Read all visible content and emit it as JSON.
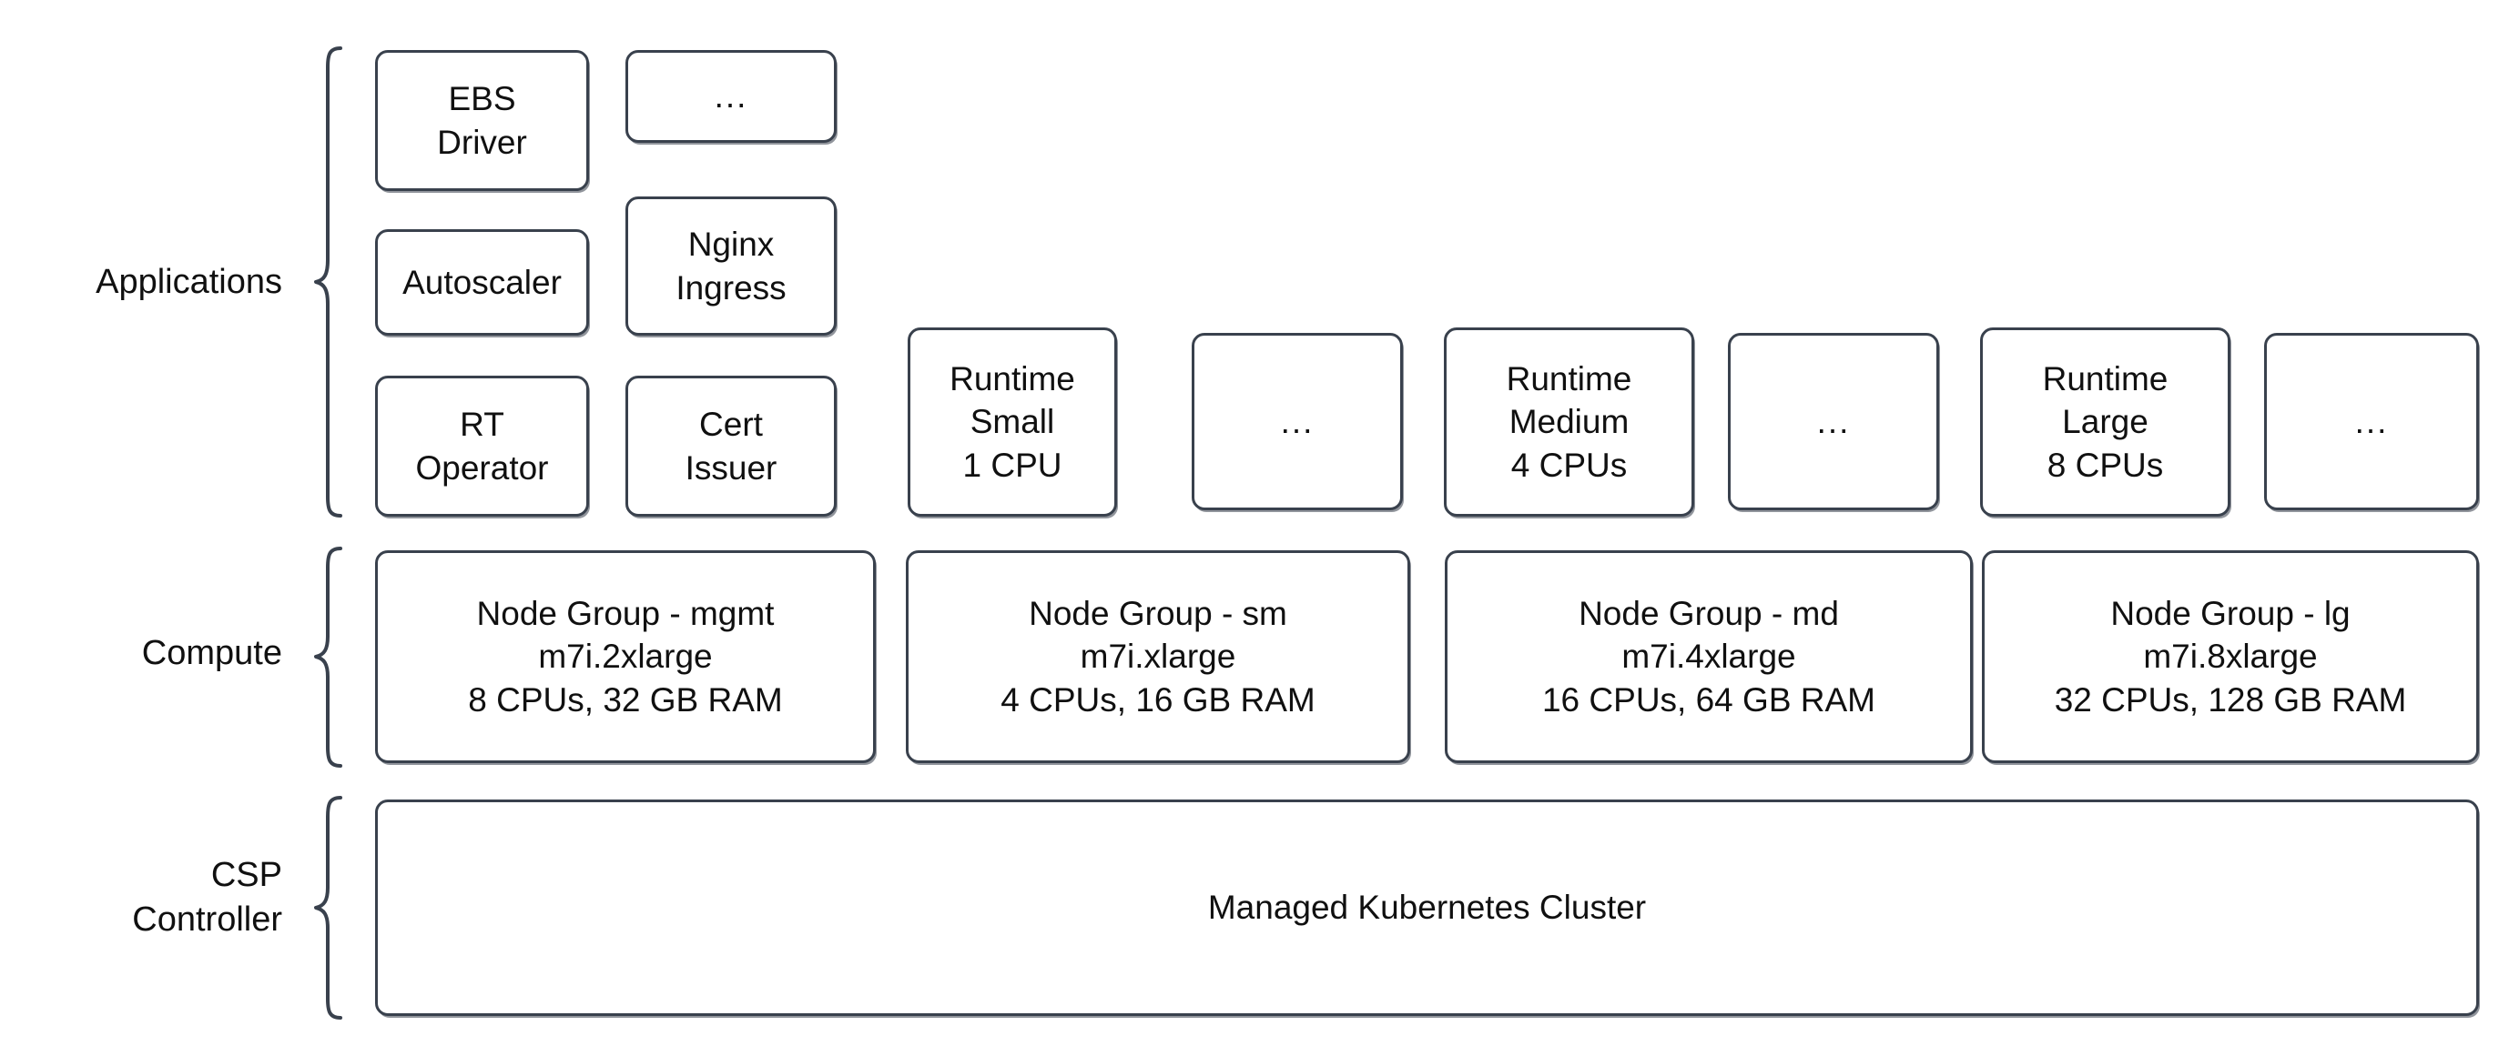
{
  "diagram": {
    "title": "Kubernetes platform layer diagram",
    "stroke_color": "#39414d",
    "text_color": "#101010",
    "background": "#ffffff",
    "ellipsis_glyph": "...",
    "layers": [
      {
        "id": "applications",
        "label": "Applications",
        "boxes": [
          {
            "id": "ebs-driver",
            "lines": [
              "EBS",
              "Driver"
            ]
          },
          {
            "id": "apps-ellipsis-1",
            "lines": [
              "..."
            ]
          },
          {
            "id": "autoscaler",
            "lines": [
              "Autoscaler"
            ]
          },
          {
            "id": "nginx-ingress",
            "lines": [
              "Nginx",
              "Ingress"
            ]
          },
          {
            "id": "rt-operator",
            "lines": [
              "RT",
              "Operator"
            ]
          },
          {
            "id": "cert-issuer",
            "lines": [
              "Cert",
              "Issuer"
            ]
          },
          {
            "id": "runtime-small",
            "lines": [
              "Runtime",
              "Small",
              "1 CPU"
            ]
          },
          {
            "id": "runtime-ellipsis-1",
            "lines": [
              "..."
            ]
          },
          {
            "id": "runtime-medium",
            "lines": [
              "Runtime",
              "Medium",
              "4 CPUs"
            ]
          },
          {
            "id": "runtime-ellipsis-2",
            "lines": [
              "..."
            ]
          },
          {
            "id": "runtime-large",
            "lines": [
              "Runtime",
              "Large",
              "8 CPUs"
            ]
          },
          {
            "id": "runtime-ellipsis-3",
            "lines": [
              "..."
            ]
          }
        ]
      },
      {
        "id": "compute",
        "label": "Compute",
        "boxes": [
          {
            "id": "node-group-mgmt",
            "lines": [
              "Node Group - mgmt",
              "m7i.2xlarge",
              "8 CPUs, 32 GB RAM"
            ]
          },
          {
            "id": "node-group-sm",
            "lines": [
              "Node Group - sm",
              "m7i.xlarge",
              "4 CPUs, 16 GB RAM"
            ]
          },
          {
            "id": "node-group-md",
            "lines": [
              "Node Group - md",
              "m7i.4xlarge",
              "16 CPUs, 64 GB RAM"
            ]
          },
          {
            "id": "node-group-lg",
            "lines": [
              "Node Group - lg",
              "m7i.8xlarge",
              "32 CPUs, 128 GB RAM"
            ]
          }
        ]
      },
      {
        "id": "csp-controller",
        "label": "CSP\nController",
        "boxes": [
          {
            "id": "managed-kubernetes-cluster",
            "lines": [
              "Managed Kubernetes Cluster"
            ]
          }
        ]
      }
    ]
  }
}
